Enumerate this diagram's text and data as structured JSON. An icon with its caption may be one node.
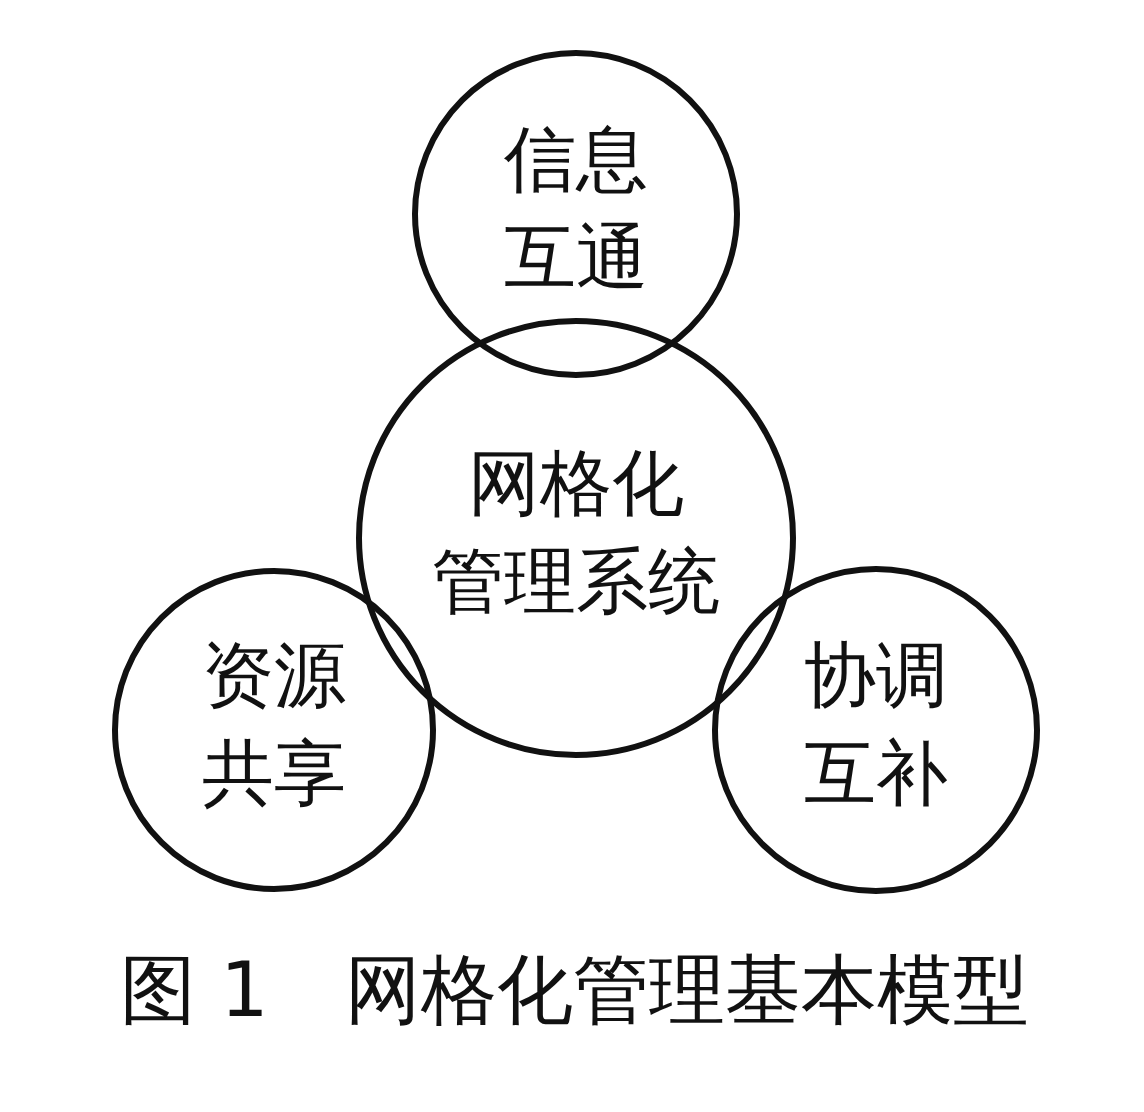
{
  "diagram": {
    "caption": "图 1　网格化管理基本模型",
    "nodes": [
      {
        "text": [
          "信息互通"
        ]
      },
      {
        "text": [
          "网格化管理系统"
        ]
      },
      {
        "text": [
          "资源共享"
        ]
      },
      {
        "text": [
          "协调互补"
        ]
      }
    ]
  }
}
